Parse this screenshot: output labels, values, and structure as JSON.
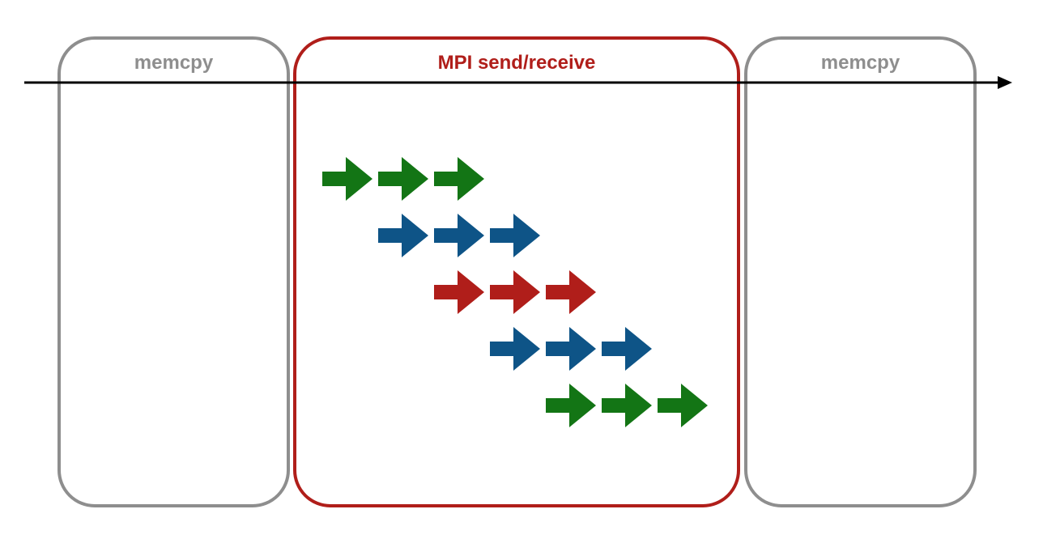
{
  "diagram": {
    "phases": [
      {
        "id": "memcpy-left",
        "label": "memcpy",
        "color": "#8e8e8e"
      },
      {
        "id": "mpi",
        "label": "MPI send/receive",
        "color": "#b01e1a"
      },
      {
        "id": "memcpy-right",
        "label": "memcpy",
        "color": "#8e8e8e"
      }
    ],
    "timeline": {
      "color": "#000000",
      "direction": "right"
    },
    "arrow_rows": [
      {
        "color": "#137515",
        "count": 3
      },
      {
        "color": "#0e5487",
        "count": 3
      },
      {
        "color": "#b01e1a",
        "count": 3
      },
      {
        "color": "#0e5487",
        "count": 3
      },
      {
        "color": "#137515",
        "count": 3
      }
    ]
  }
}
